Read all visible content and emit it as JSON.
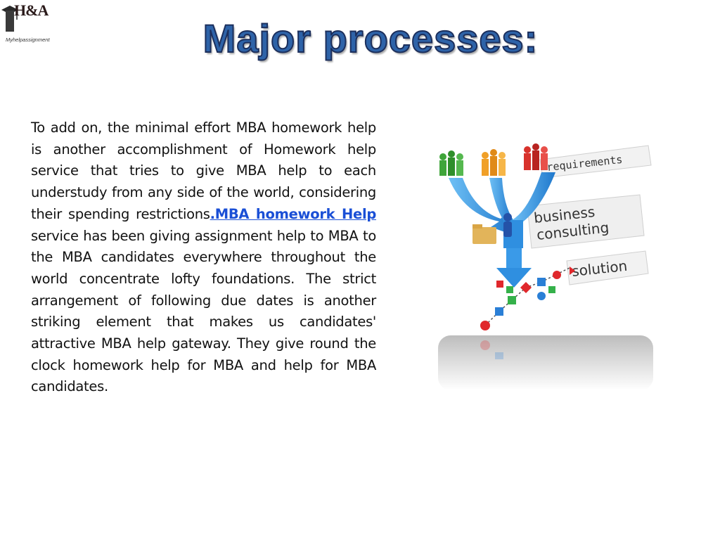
{
  "logo": {
    "mark": "H&A",
    "subtitle": "Myhelpassignment"
  },
  "title": "Major processes:",
  "body": {
    "text_before_link": "To add on, the minimal effort MBA homework help is another accomplishment of Homework help service that tries to give MBA help to each understudy from any side of the world, considering their spending restrictions",
    "link_text": ".MBA homework Help",
    "text_after_link": " service has been giving assignment help to MBA to the MBA candidates everywhere throughout the world concentrate lofty foundations. The strict arrangement of following due dates is another striking element that makes us candidates' attractive MBA help gateway. They give round the clock homework help for MBA and help for MBA candidates."
  },
  "figure": {
    "labels": {
      "requirements": "requirements",
      "business": "business",
      "consulting": "consulting",
      "solution": "solution"
    },
    "colors": {
      "funnel_blue": "#2f8fe0",
      "green_team": "#3fa53a",
      "orange_team": "#f0a028",
      "red_team": "#d8322c"
    }
  }
}
